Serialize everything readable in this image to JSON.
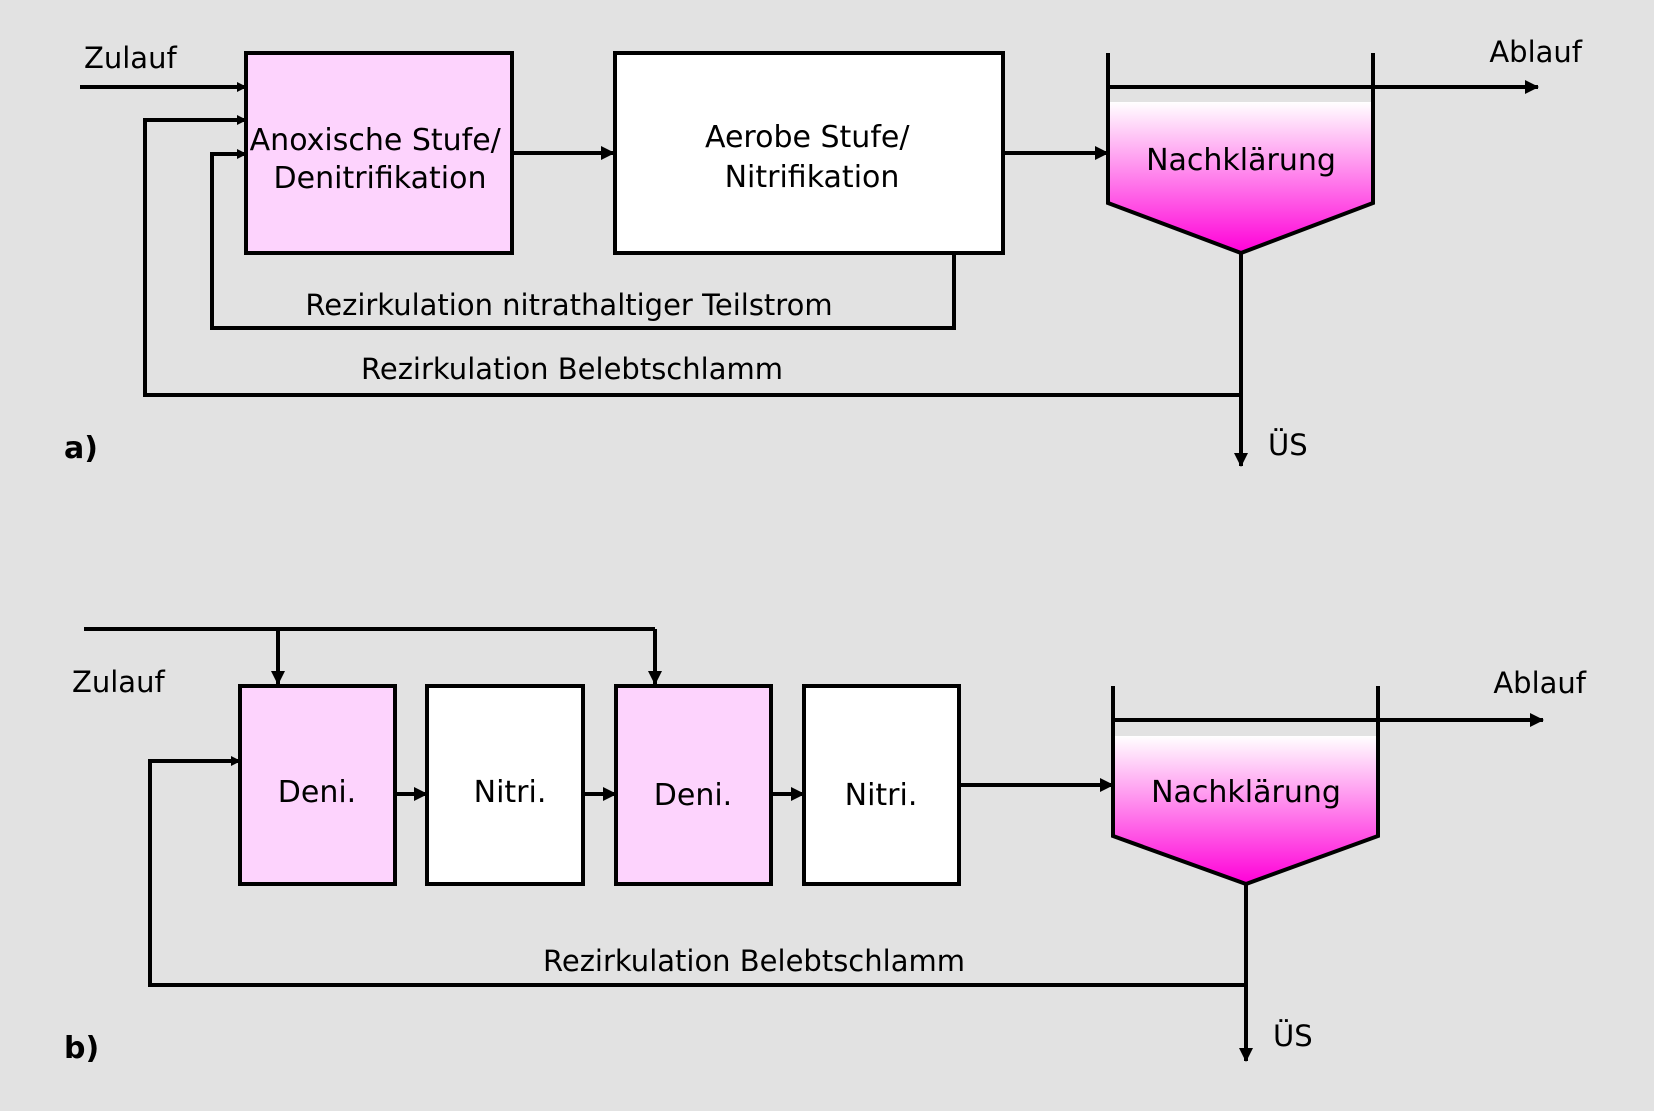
{
  "colors": {
    "background": "#e2e2e2",
    "anoxic_fill": "#fdd3fd",
    "aerobic_fill": "#ffffff",
    "clarifier_top": "#ffffff",
    "clarifier_bottom": "#ff00d8",
    "stroke": "#000000"
  },
  "panel_a": {
    "label": "a)",
    "inflow": "Zulauf",
    "outflow": "Ablauf",
    "anoxic_stage": [
      "Anoxische Stufe/",
      "Denitrifikation"
    ],
    "aerobic_stage": [
      "Aerobe Stufe/",
      "Nitrifikation"
    ],
    "clarifier": "Nachklärung",
    "recirculation_nitrate": "Rezirkulation nitrathaltiger Teilstrom",
    "recirculation_sludge": "Rezirkulation Belebtschlamm",
    "excess_sludge": "ÜS"
  },
  "panel_b": {
    "label": "b)",
    "inflow": "Zulauf",
    "outflow": "Ablauf",
    "stages": [
      "Deni.",
      "Nitri.",
      "Deni.",
      "Nitri."
    ],
    "clarifier": "Nachklärung",
    "recirculation_sludge": "Rezirkulation Belebtschlamm",
    "excess_sludge": "ÜS"
  }
}
